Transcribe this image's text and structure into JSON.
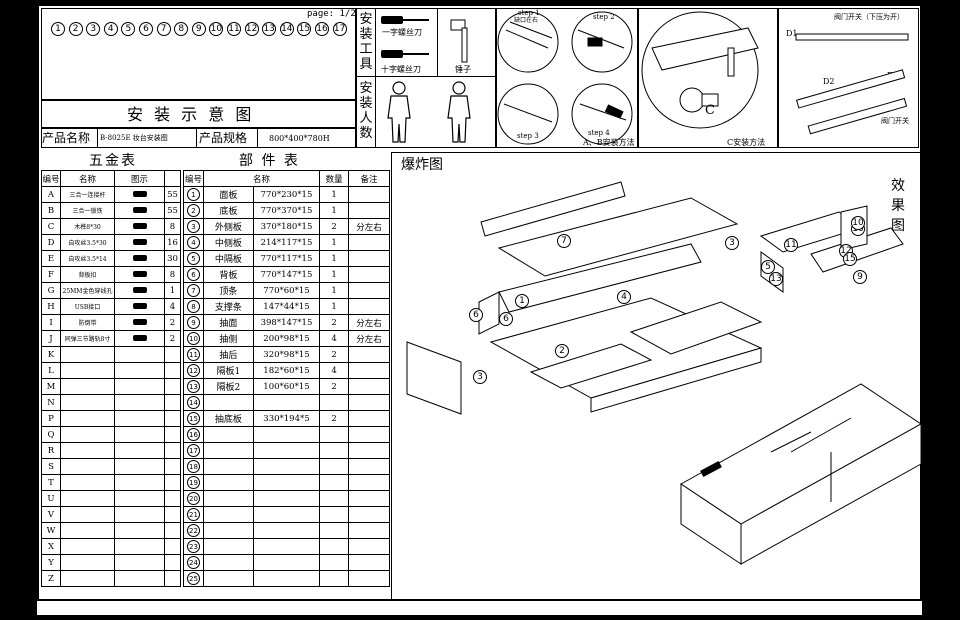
{
  "header": {
    "page": "page: 1/2",
    "parts_numbers": [
      "1",
      "2",
      "3",
      "4",
      "5",
      "6",
      "7",
      "8",
      "9",
      "10",
      "11",
      "12",
      "13",
      "14",
      "15",
      "16",
      "17"
    ],
    "title": "安 装 示 意 图",
    "product_name_label": "产品名称",
    "product_name_value": "B-8025E 妆台安装图",
    "product_spec_label": "产品规格",
    "product_spec_value": "800*400*780H"
  },
  "tools": {
    "section_label": [
      "安",
      "装",
      "工",
      "具"
    ],
    "flat_screwdriver": "一字螺丝刀",
    "phillips_screwdriver": "十字螺丝刀",
    "hammer": "锤子",
    "people_label": [
      "安",
      "装",
      "人",
      "数"
    ]
  },
  "steps": {
    "step1": "step 1",
    "step1_note": "缺口在右",
    "step2": "step 2",
    "step3": "step 3",
    "step4": "step 4",
    "ab_method": "A、B安装方法",
    "c_method": "C安装方法",
    "c_letter": "C",
    "drawer_switch_top": "阀门开关（下压为开）",
    "drawer_switch_bottom": "阀门开关",
    "d1": "D1",
    "d2": "D2",
    "f": "F"
  },
  "hardware": {
    "title": "五金表",
    "headers": [
      "编号",
      "名称",
      "图示"
    ],
    "rows": [
      {
        "code": "A",
        "name": "三合一连接杆",
        "qty": "55"
      },
      {
        "code": "B",
        "name": "三合一锁铁",
        "qty": "55"
      },
      {
        "code": "C",
        "name": "木榫8*30",
        "qty": "8"
      },
      {
        "code": "D",
        "name": "自攻丝3.5*30",
        "qty": "16"
      },
      {
        "code": "E",
        "name": "自攻丝3.5*14",
        "qty": "30"
      },
      {
        "code": "F",
        "name": "背板扣",
        "qty": "8"
      },
      {
        "code": "G",
        "name": "25MM金色穿线孔",
        "qty": "1"
      },
      {
        "code": "H",
        "name": "USB接口",
        "qty": "4"
      },
      {
        "code": "I",
        "name": "防倒带",
        "qty": "2"
      },
      {
        "code": "J",
        "name": "同弹三节路轨8寸",
        "qty": "2"
      },
      {
        "code": "K",
        "name": "",
        "qty": ""
      },
      {
        "code": "L",
        "name": "",
        "qty": ""
      },
      {
        "code": "M",
        "name": "",
        "qty": ""
      },
      {
        "code": "N",
        "name": "",
        "qty": ""
      },
      {
        "code": "P",
        "name": "",
        "qty": ""
      },
      {
        "code": "Q",
        "name": "",
        "qty": ""
      },
      {
        "code": "R",
        "name": "",
        "qty": ""
      },
      {
        "code": "S",
        "name": "",
        "qty": ""
      },
      {
        "code": "T",
        "name": "",
        "qty": ""
      },
      {
        "code": "U",
        "name": "",
        "qty": ""
      },
      {
        "code": "V",
        "name": "",
        "qty": ""
      },
      {
        "code": "W",
        "name": "",
        "qty": ""
      },
      {
        "code": "X",
        "name": "",
        "qty": ""
      },
      {
        "code": "Y",
        "name": "",
        "qty": ""
      },
      {
        "code": "Z",
        "name": "",
        "qty": ""
      }
    ]
  },
  "parts": {
    "title": "部 件 表",
    "headers": [
      "编号",
      "名称",
      "数量",
      "备注"
    ],
    "rows": [
      {
        "no": "1",
        "name": "面板",
        "spec": "770*230*15",
        "qty": "1",
        "note": ""
      },
      {
        "no": "2",
        "name": "底板",
        "spec": "770*370*15",
        "qty": "1",
        "note": ""
      },
      {
        "no": "3",
        "name": "外侧板",
        "spec": "370*180*15",
        "qty": "2",
        "note": "分左右"
      },
      {
        "no": "4",
        "name": "中侧板",
        "spec": "214*117*15",
        "qty": "1",
        "note": ""
      },
      {
        "no": "5",
        "name": "中隔板",
        "spec": "770*117*15",
        "qty": "1",
        "note": ""
      },
      {
        "no": "6",
        "name": "背板",
        "spec": "770*147*15",
        "qty": "1",
        "note": ""
      },
      {
        "no": "7",
        "name": "顶条",
        "spec": "770*60*15",
        "qty": "1",
        "note": ""
      },
      {
        "no": "8",
        "name": "支撑条",
        "spec": "147*44*15",
        "qty": "1",
        "note": ""
      },
      {
        "no": "9",
        "name": "抽面",
        "spec": "398*147*15",
        "qty": "2",
        "note": "分左右"
      },
      {
        "no": "10",
        "name": "抽侧",
        "spec": "200*98*15",
        "qty": "4",
        "note": "分左右"
      },
      {
        "no": "11",
        "name": "抽后",
        "spec": "320*98*15",
        "qty": "2",
        "note": ""
      },
      {
        "no": "12",
        "name": "隔板1",
        "spec": "182*60*15",
        "qty": "4",
        "note": ""
      },
      {
        "no": "13",
        "name": "隔板2",
        "spec": "100*60*15",
        "qty": "2",
        "note": ""
      },
      {
        "no": "14",
        "name": "",
        "spec": "",
        "qty": "",
        "note": ""
      },
      {
        "no": "15",
        "name": "抽底板",
        "spec": "330*194*5",
        "qty": "2",
        "note": ""
      },
      {
        "no": "16",
        "name": "",
        "spec": "",
        "qty": "",
        "note": ""
      },
      {
        "no": "17",
        "name": "",
        "spec": "",
        "qty": "",
        "note": ""
      },
      {
        "no": "18",
        "name": "",
        "spec": "",
        "qty": "",
        "note": ""
      },
      {
        "no": "19",
        "name": "",
        "spec": "",
        "qty": "",
        "note": ""
      },
      {
        "no": "20",
        "name": "",
        "spec": "",
        "qty": "",
        "note": ""
      },
      {
        "no": "21",
        "name": "",
        "spec": "",
        "qty": "",
        "note": ""
      },
      {
        "no": "22",
        "name": "",
        "spec": "",
        "qty": "",
        "note": ""
      },
      {
        "no": "23",
        "name": "",
        "spec": "",
        "qty": "",
        "note": ""
      },
      {
        "no": "24",
        "name": "",
        "spec": "",
        "qty": "",
        "note": ""
      },
      {
        "no": "25",
        "name": "",
        "spec": "",
        "qty": "",
        "note": ""
      }
    ]
  },
  "exploded": {
    "title": "爆炸图",
    "effect_label": [
      "效",
      "果",
      "图"
    ],
    "callouts": [
      "7",
      "6",
      "6",
      "1",
      "2",
      "3",
      "4",
      "3",
      "5",
      "11",
      "10",
      "12",
      "15",
      "13",
      "10",
      "9"
    ]
  }
}
